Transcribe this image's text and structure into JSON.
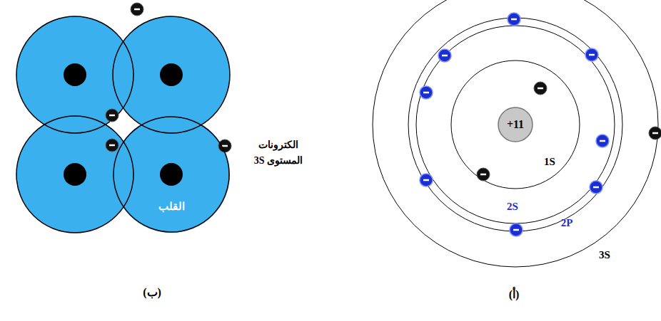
{
  "diagram": {
    "nodes": [
      {
        "text": [
          "+11"
        ]
      },
      {
        "text": [
          "القلب"
        ]
      }
    ],
    "labels": [
      "1S",
      "2S",
      "2P",
      "3S",
      "الكترونات المستوى 3S",
      "(ب)",
      "(أ)"
    ]
  }
}
